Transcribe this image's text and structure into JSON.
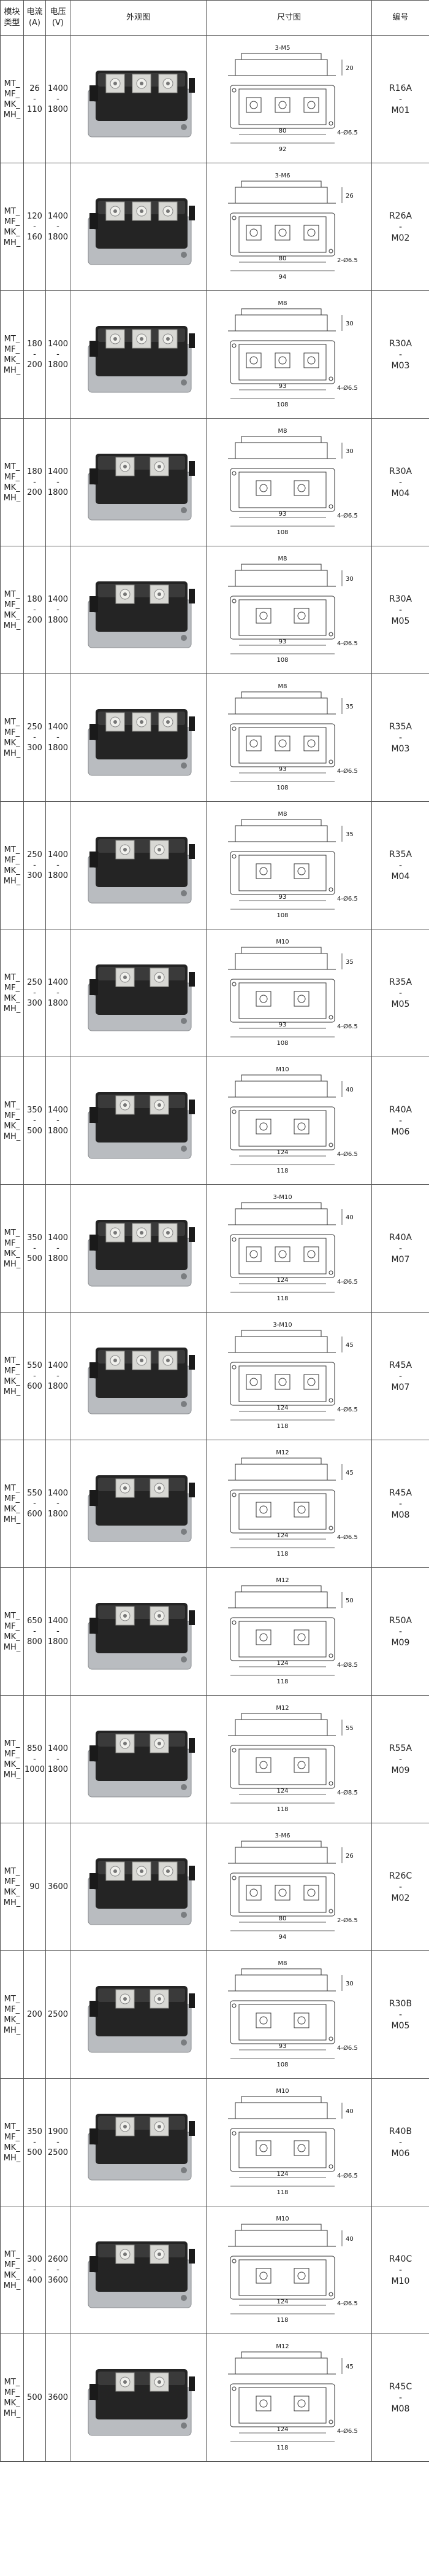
{
  "headers": {
    "type": "模块\n类型",
    "current": "电流\n(A)",
    "voltage": "电压\n(V)",
    "appearance": "外观图",
    "dimension": "尺寸图",
    "code": "编号"
  },
  "rows": [
    {
      "types": "MT_\nMF_\nMK_\nMH_",
      "current": "26\n-\n110",
      "voltage": "1400\n-\n1800",
      "code_top": "R16A",
      "code_bottom": "M01",
      "holes": "3-M5",
      "hole_code": "4-Ø6.5",
      "terminals": 3,
      "dims": [
        "80",
        "92",
        "20"
      ]
    },
    {
      "types": "MT_\nMF_\nMK_\nMH_",
      "current": "120\n-\n160",
      "voltage": "1400\n-\n1800",
      "code_top": "R26A",
      "code_bottom": "M02",
      "holes": "3-M6",
      "hole_code": "2-Ø6.5",
      "terminals": 3,
      "dims": [
        "80",
        "94",
        "26"
      ]
    },
    {
      "types": "MT_\nMF_\nMK_\nMH_",
      "current": "180\n-\n200",
      "voltage": "1400\n-\n1800",
      "code_top": "R30A",
      "code_bottom": "M03",
      "holes": "M8",
      "hole_code": "4-Ø6.5",
      "terminals": 3,
      "dims": [
        "93",
        "108",
        "30"
      ]
    },
    {
      "types": "MT_\nMF_\nMK_\nMH_",
      "current": "180\n-\n200",
      "voltage": "1400\n-\n1800",
      "code_top": "R30A",
      "code_bottom": "M04",
      "holes": "M8",
      "hole_code": "4-Ø6.5",
      "terminals": 2,
      "dims": [
        "93",
        "108",
        "30"
      ]
    },
    {
      "types": "MT_\nMF_\nMK_\nMH_",
      "current": "180\n-\n200",
      "voltage": "1400\n-\n1800",
      "code_top": "R30A",
      "code_bottom": "M05",
      "holes": "M8",
      "hole_code": "4-Ø6.5",
      "terminals": 2,
      "dims": [
        "93",
        "108",
        "30"
      ]
    },
    {
      "types": "MT_\nMF_\nMK_\nMH_",
      "current": "250\n-\n300",
      "voltage": "1400\n-\n1800",
      "code_top": "R35A",
      "code_bottom": "M03",
      "holes": "M8",
      "hole_code": "4-Ø6.5",
      "terminals": 3,
      "dims": [
        "93",
        "108",
        "35"
      ]
    },
    {
      "types": "MT_\nMF_\nMK_\nMH_",
      "current": "250\n-\n300",
      "voltage": "1400\n-\n1800",
      "code_top": "R35A",
      "code_bottom": "M04",
      "holes": "M8",
      "hole_code": "4-Ø6.5",
      "terminals": 2,
      "dims": [
        "93",
        "108",
        "35"
      ]
    },
    {
      "types": "MT_\nMF_\nMK_\nMH_",
      "current": "250\n-\n300",
      "voltage": "1400\n-\n1800",
      "code_top": "R35A",
      "code_bottom": "M05",
      "holes": "M10",
      "hole_code": "4-Ø6.5",
      "terminals": 2,
      "dims": [
        "93",
        "108",
        "35"
      ]
    },
    {
      "types": "MT_\nMF_\nMK_\nMH_",
      "current": "350\n-\n500",
      "voltage": "1400\n-\n1800",
      "code_top": "R40A",
      "code_bottom": "M06",
      "holes": "M10",
      "hole_code": "4-Ø6.5",
      "terminals": 2,
      "dims": [
        "124",
        "118",
        "40"
      ]
    },
    {
      "types": "MT_\nMF_\nMK_\nMH_",
      "current": "350\n-\n500",
      "voltage": "1400\n-\n1800",
      "code_top": "R40A",
      "code_bottom": "M07",
      "holes": "3-M10",
      "hole_code": "4-Ø6.5",
      "terminals": 3,
      "dims": [
        "124",
        "118",
        "40"
      ]
    },
    {
      "types": "MT_\nMF_\nMK_\nMH_",
      "current": "550\n-\n600",
      "voltage": "1400\n-\n1800",
      "code_top": "R45A",
      "code_bottom": "M07",
      "holes": "3-M10",
      "hole_code": "4-Ø6.5",
      "terminals": 3,
      "dims": [
        "124",
        "118",
        "45"
      ]
    },
    {
      "types": "MT_\nMF_\nMK_\nMH_",
      "current": "550\n-\n600",
      "voltage": "1400\n-\n1800",
      "code_top": "R45A",
      "code_bottom": "M08",
      "holes": "M12",
      "hole_code": "4-Ø6.5",
      "terminals": 2,
      "dims": [
        "124",
        "118",
        "45"
      ]
    },
    {
      "types": "MT_\nMF_\nMK_\nMH_",
      "current": "650\n-\n800",
      "voltage": "1400\n-\n1800",
      "code_top": "R50A",
      "code_bottom": "M09",
      "holes": "M12",
      "hole_code": "4-Ø8.5",
      "terminals": 2,
      "dims": [
        "124",
        "118",
        "50"
      ]
    },
    {
      "types": "MT_\nMF_\nMK_\nMH_",
      "current": "850\n-\n1000",
      "voltage": "1400\n-\n1800",
      "code_top": "R55A",
      "code_bottom": "M09",
      "holes": "M12",
      "hole_code": "4-Ø8.5",
      "terminals": 2,
      "dims": [
        "124",
        "118",
        "55"
      ]
    },
    {
      "types": "MT_\nMF_\nMK_\nMH_",
      "current": "90",
      "voltage": "3600",
      "code_top": "R26C",
      "code_bottom": "M02",
      "holes": "3-M6",
      "hole_code": "2-Ø6.5",
      "terminals": 3,
      "dims": [
        "80",
        "94",
        "26"
      ]
    },
    {
      "types": "MT_\nMF_\nMK_\nMH_",
      "current": "200",
      "voltage": "2500",
      "code_top": "R30B",
      "code_bottom": "M05",
      "holes": "M8",
      "hole_code": "4-Ø6.5",
      "terminals": 2,
      "dims": [
        "93",
        "108",
        "30"
      ]
    },
    {
      "types": "MT_\nMF_\nMK_\nMH_",
      "current": "350\n-\n500",
      "voltage": "1900\n-\n2500",
      "code_top": "R40B",
      "code_bottom": "M06",
      "holes": "M10",
      "hole_code": "4-Ø6.5",
      "terminals": 2,
      "dims": [
        "124",
        "118",
        "40"
      ]
    },
    {
      "types": "MT_\nMF_\nMK_\nMH_",
      "current": "300\n-\n400",
      "voltage": "2600\n-\n3600",
      "code_top": "R40C",
      "code_bottom": "M10",
      "holes": "M10",
      "hole_code": "4-Ø6.5",
      "terminals": 2,
      "dims": [
        "124",
        "118",
        "40"
      ]
    },
    {
      "types": "MT_\nMF_\nMK_\nMH_",
      "current": "500",
      "voltage": "3600",
      "code_top": "R45C",
      "code_bottom": "M08",
      "holes": "M12",
      "hole_code": "4-Ø6.5",
      "terminals": 2,
      "dims": [
        "124",
        "118",
        "45"
      ]
    }
  ]
}
